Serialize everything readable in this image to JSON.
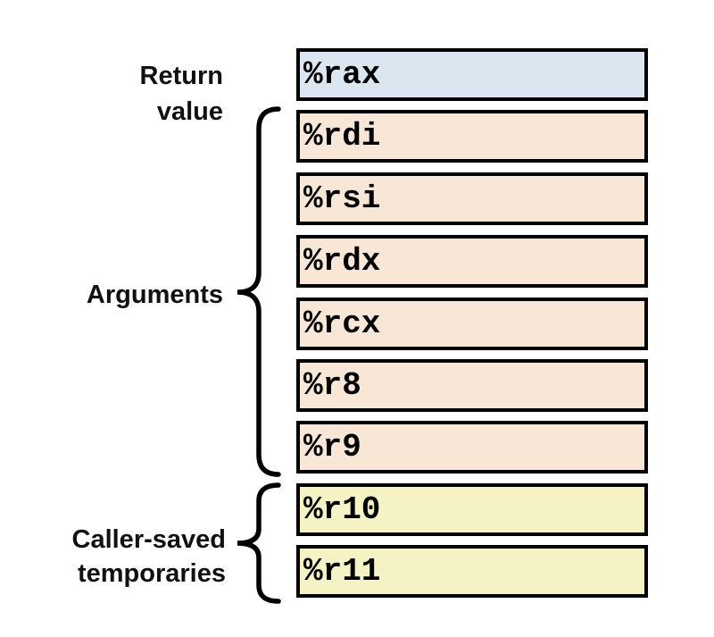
{
  "diagram": {
    "description": "x86-64 register usage diagram",
    "labels": {
      "return_value": "Return\nvalue",
      "arguments": "Arguments",
      "caller_saved": "Caller-saved\ntemporaries"
    },
    "registers": [
      {
        "name": "%rax",
        "group": "return-value"
      },
      {
        "name": "%rdi",
        "group": "arguments"
      },
      {
        "name": "%rsi",
        "group": "arguments"
      },
      {
        "name": "%rdx",
        "group": "arguments"
      },
      {
        "name": "%rcx",
        "group": "arguments"
      },
      {
        "name": "%r8",
        "group": "arguments"
      },
      {
        "name": "%r9",
        "group": "arguments"
      },
      {
        "name": "%r10",
        "group": "caller-saved-temporaries"
      },
      {
        "name": "%r11",
        "group": "caller-saved-temporaries"
      }
    ],
    "groups": [
      {
        "label": "Return value",
        "registers": [
          "%rax"
        ],
        "fill": "#dce6f1"
      },
      {
        "label": "Arguments",
        "registers": [
          "%rdi",
          "%rsi",
          "%rdx",
          "%rcx",
          "%r8",
          "%r9"
        ],
        "fill": "#f8e6d7"
      },
      {
        "label": "Caller-saved temporaries",
        "registers": [
          "%r10",
          "%r11"
        ],
        "fill": "#f5f3c5"
      }
    ],
    "colors": {
      "return_value_fill": "#dce6f1",
      "arguments_fill": "#f8e6d7",
      "caller_saved_fill": "#f5f3c5",
      "box_border": "#000000",
      "label_text": "#111111",
      "brace_stroke": "#000000",
      "background": "#ffffff"
    }
  }
}
